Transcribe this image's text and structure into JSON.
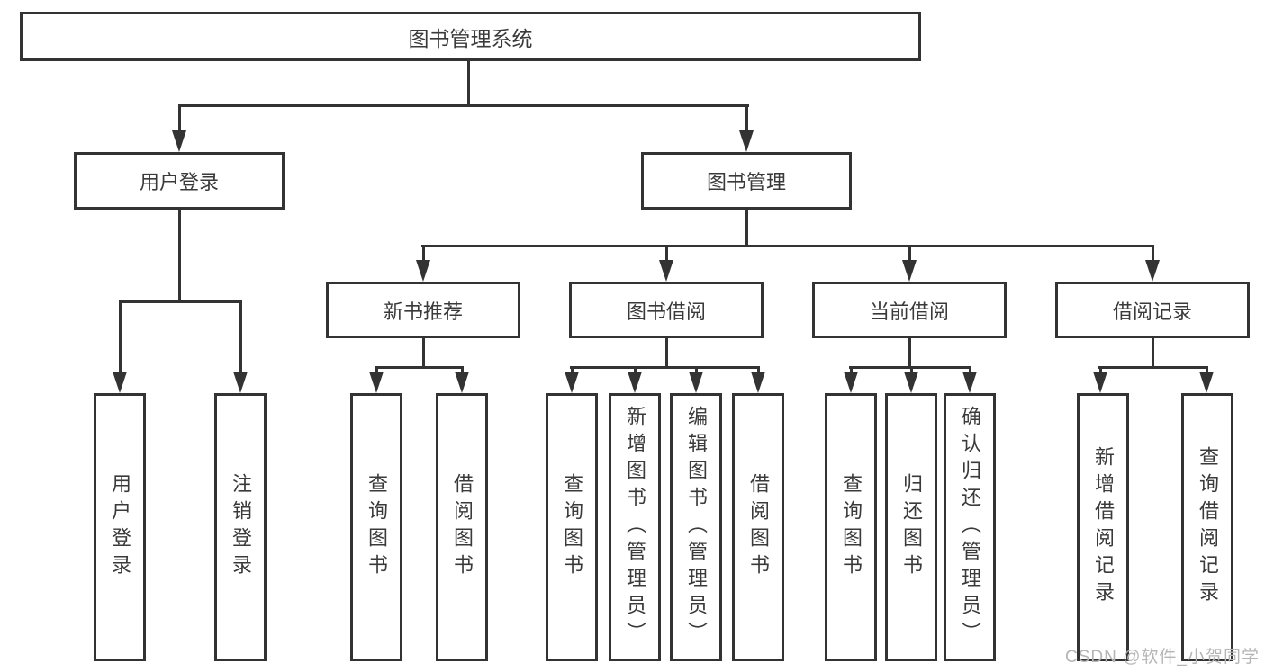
{
  "tree": {
    "root": {
      "label": "图书管理系统",
      "children": [
        {
          "label": "用户登录",
          "children": [
            {
              "label": "用户登录"
            },
            {
              "label": "注销登录"
            }
          ]
        },
        {
          "label": "图书管理",
          "children": [
            {
              "label": "新书推荐",
              "children": [
                {
                  "label": "查询图书"
                },
                {
                  "label": "借阅图书"
                }
              ]
            },
            {
              "label": "图书借阅",
              "children": [
                {
                  "label": "查询图书"
                },
                {
                  "label": "新增图书（管理员）"
                },
                {
                  "label": "编辑图书（管理员）"
                },
                {
                  "label": "借阅图书"
                }
              ]
            },
            {
              "label": "当前借阅",
              "children": [
                {
                  "label": "查询图书"
                },
                {
                  "label": "归还图书"
                },
                {
                  "label": "确认归还（管理员）"
                }
              ]
            },
            {
              "label": "借阅记录",
              "children": [
                {
                  "label": "新增借阅记录"
                },
                {
                  "label": "查询借阅记录"
                }
              ]
            }
          ]
        }
      ]
    }
  },
  "watermark": {
    "text": "CSDN @软件_小贺同学"
  },
  "colors": {
    "line": "#333333",
    "text": "#3a3a3a",
    "background": "#ffffff",
    "watermark": "#b5b5b5"
  }
}
